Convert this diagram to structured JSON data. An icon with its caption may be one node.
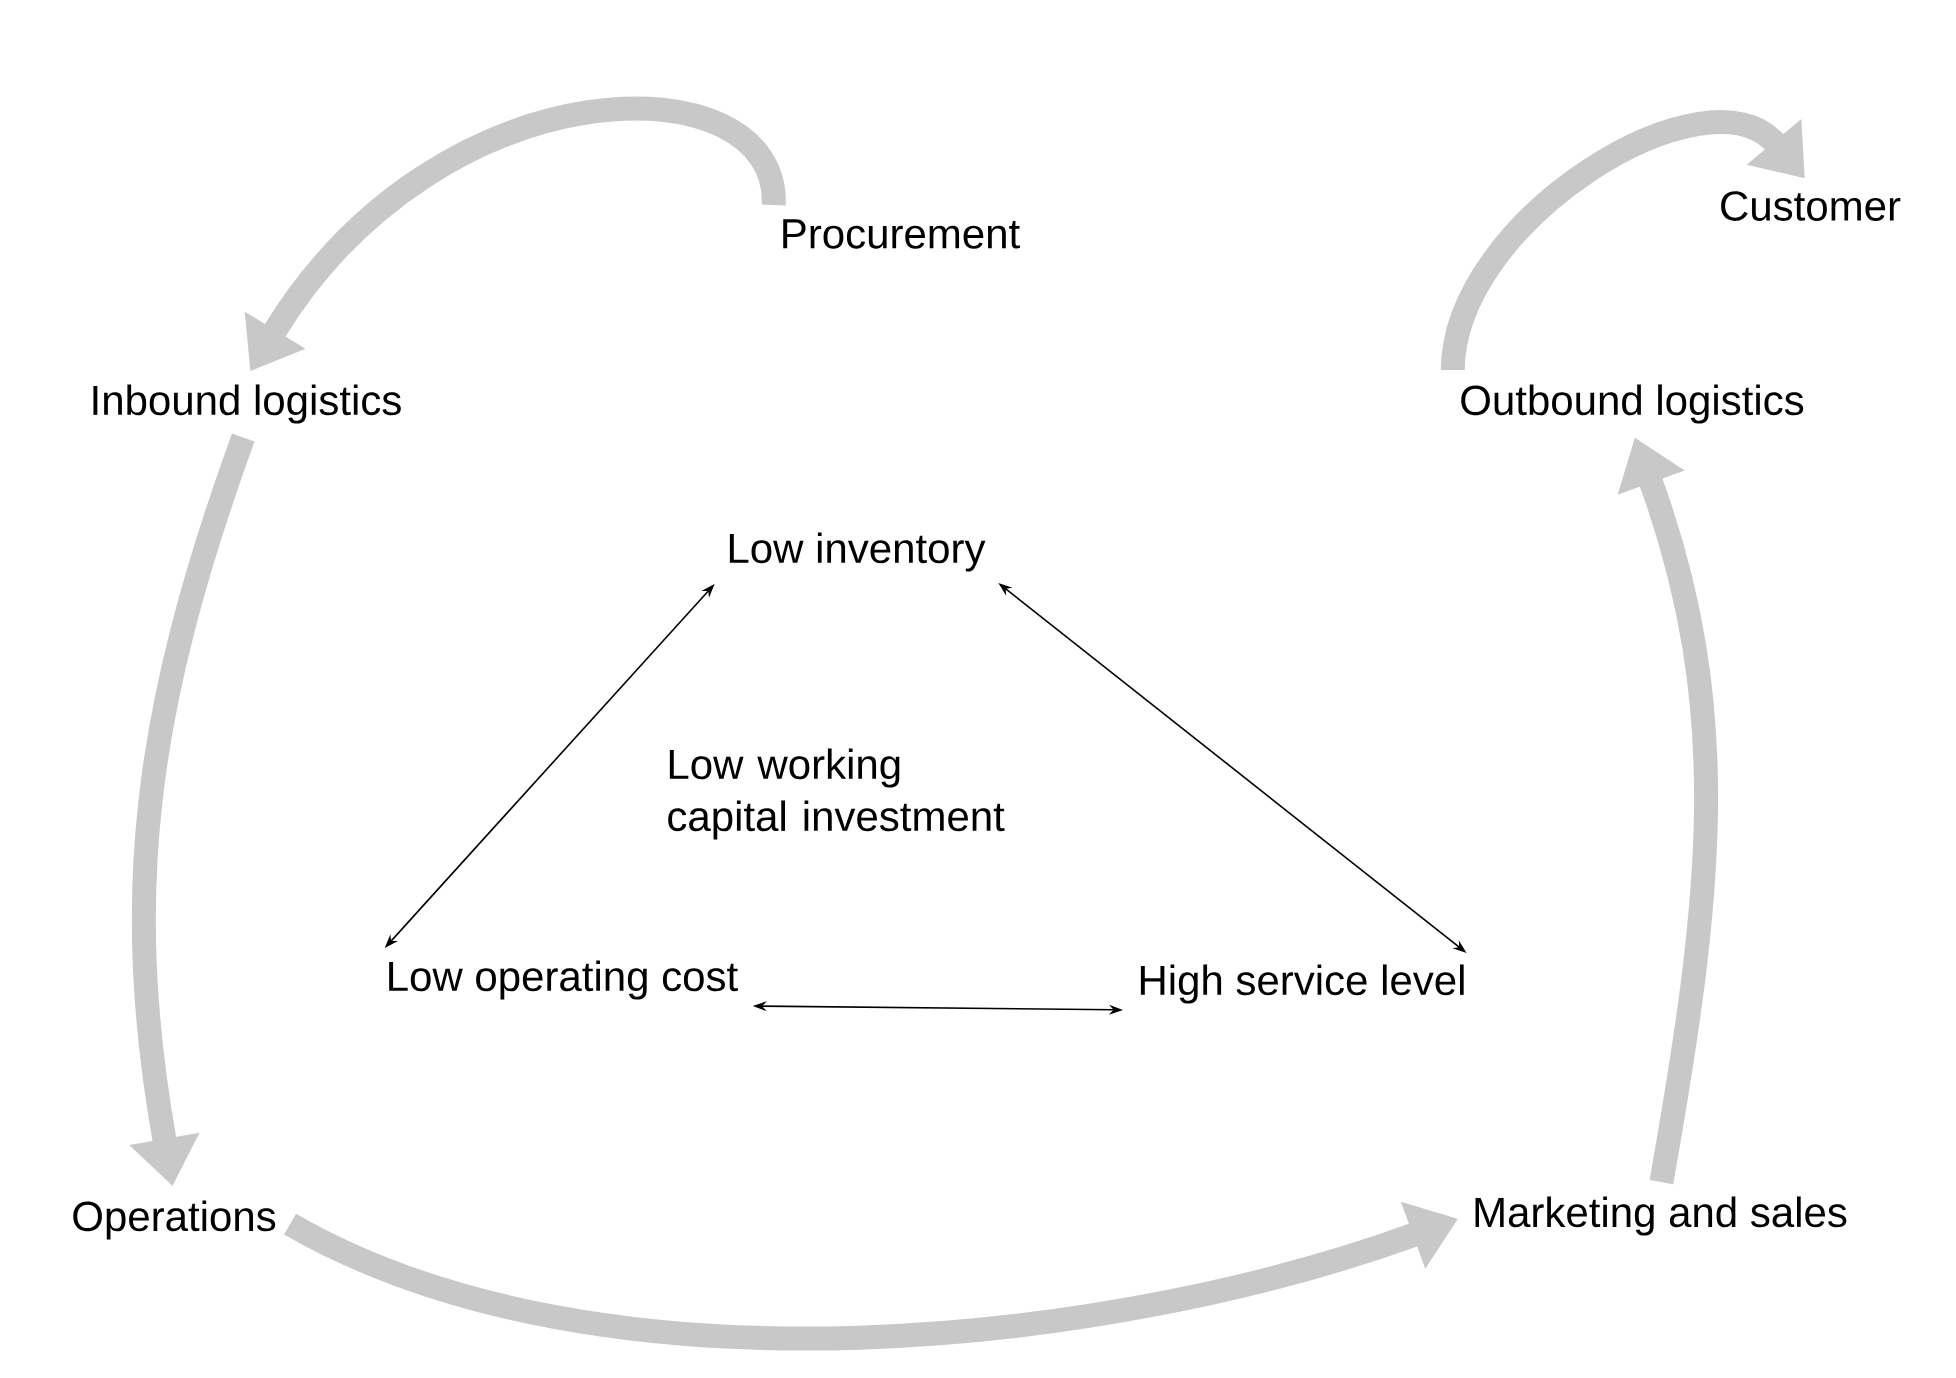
{
  "diagram": {
    "nodes": [
      {
        "text": [
          "Procurement"
        ]
      },
      {
        "text": [
          "Customer"
        ]
      },
      {
        "text": [
          "Inbound logistics"
        ]
      },
      {
        "text": [
          "Outbound logistics"
        ]
      },
      {
        "text": [
          "Low inventory"
        ]
      },
      {
        "text": [
          "Low working capital investment"
        ]
      },
      {
        "text": [
          "Low operating cost"
        ]
      },
      {
        "text": [
          "High service level"
        ]
      },
      {
        "text": [
          "Operations"
        ]
      },
      {
        "text": [
          "Marketing and sales"
        ]
      }
    ],
    "edges": [
      {
        "from": 0,
        "to": 2,
        "arrow": "to"
      },
      {
        "from": 2,
        "to": 8,
        "arrow": "to"
      },
      {
        "from": 8,
        "to": 9,
        "arrow": "to"
      },
      {
        "from": 9,
        "to": 3,
        "arrow": "to"
      },
      {
        "from": 3,
        "to": 1,
        "arrow": "to"
      },
      {
        "from": 4,
        "to": 6,
        "arrow": "both",
        "color": "#000000"
      },
      {
        "from": 4,
        "to": 7,
        "arrow": "both",
        "color": "#000000"
      },
      {
        "from": 6,
        "to": 7,
        "arrow": "both",
        "color": "#000000"
      }
    ]
  }
}
